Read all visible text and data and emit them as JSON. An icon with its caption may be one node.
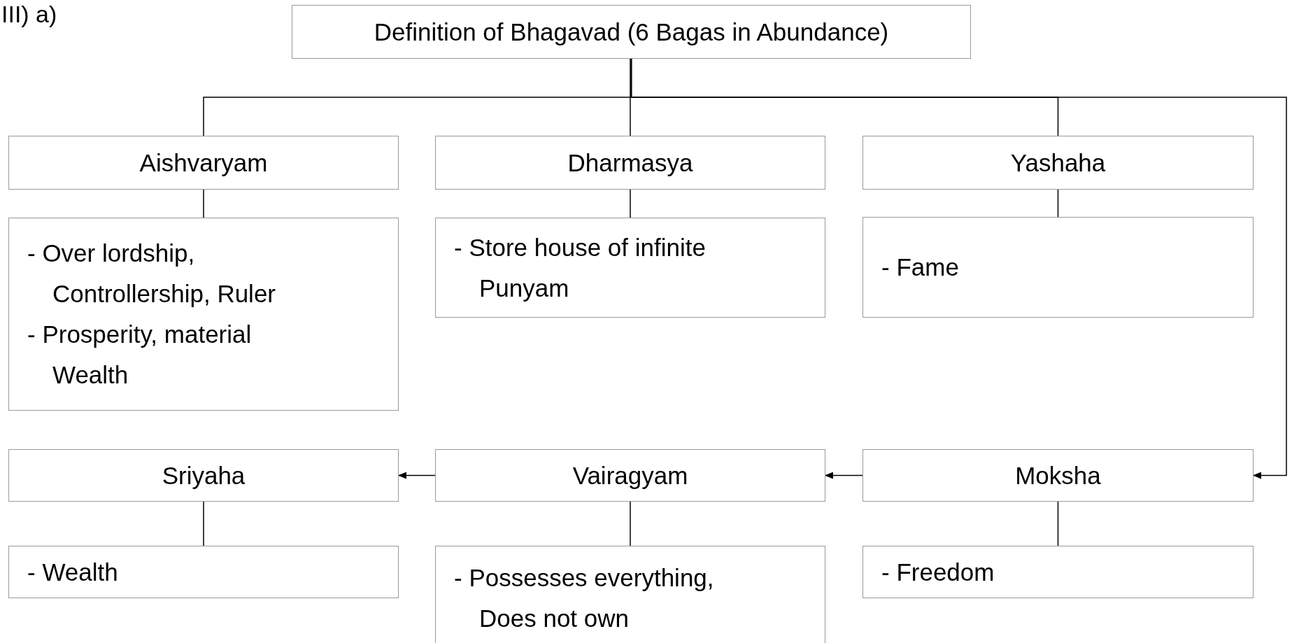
{
  "diagram": {
    "nodes": [
      {
        "text": [
          "Definition of Bhagavad (6 Bagas in Abundance)"
        ]
      },
      {
        "text": [
          "Aishvaryam"
        ]
      },
      {
        "text": [
          "Dharmasya"
        ]
      },
      {
        "text": [
          "Yashaha"
        ]
      },
      {
        "text": [
          "- Over lordship, Controllership, Ruler",
          "- Prosperity, material Wealth"
        ]
      },
      {
        "text": [
          "- Store house of infinite Punyam"
        ]
      },
      {
        "text": [
          "- Fame"
        ]
      },
      {
        "text": [
          "Sriyaha"
        ]
      },
      {
        "text": [
          "Vairagyam"
        ]
      },
      {
        "text": [
          "Moksha"
        ]
      },
      {
        "text": [
          "- Wealth"
        ]
      },
      {
        "text": [
          "- Possesses everything, Does not own"
        ]
      },
      {
        "text": [
          "- Freedom"
        ]
      }
    ],
    "edges": [
      {
        "from": 0,
        "to": 1,
        "arrow": "none"
      },
      {
        "from": 0,
        "to": 2,
        "arrow": "none"
      },
      {
        "from": 0,
        "to": 3,
        "arrow": "none"
      },
      {
        "from": 0,
        "to": 9,
        "arrow": "to"
      },
      {
        "from": 1,
        "to": 4,
        "arrow": "none"
      },
      {
        "from": 2,
        "to": 5,
        "arrow": "none"
      },
      {
        "from": 3,
        "to": 6,
        "arrow": "none"
      },
      {
        "from": 9,
        "to": 8,
        "arrow": "to"
      },
      {
        "from": 8,
        "to": 7,
        "arrow": "to"
      },
      {
        "from": 7,
        "to": 10,
        "arrow": "none"
      },
      {
        "from": 8,
        "to": 11,
        "arrow": "none"
      },
      {
        "from": 9,
        "to": 12,
        "arrow": "none"
      }
    ],
    "labels": [
      "III) a)"
    ]
  }
}
